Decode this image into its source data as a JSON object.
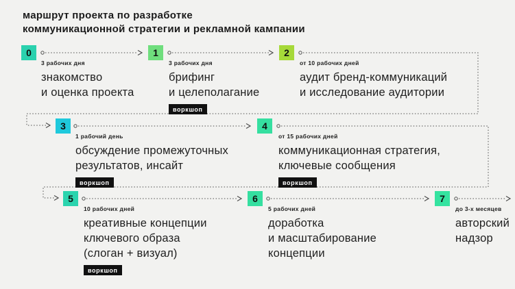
{
  "title": {
    "line1": "маршрут проекта по разработке",
    "line2": "коммуникационной стратегии и рекламной кампании"
  },
  "workshop_label": "воркшоп",
  "colors": {
    "background": "#f2f2f0",
    "text": "#1c1c1c",
    "connector": "#4d4d4d",
    "badge_bg": "#111111",
    "badge_text": "#ffffff",
    "step_colors": [
      "#2bd1ae",
      "#6fde7d",
      "#a6d939",
      "#1fc9dc",
      "#35dfa0",
      "#2bd4ae",
      "#35dfa0",
      "#35e3a0"
    ]
  },
  "steps": [
    {
      "num": "0",
      "color": "#2bd1ae",
      "duration": "3 рабочих дня",
      "lines": [
        "знакомство",
        "и оценка проекта"
      ]
    },
    {
      "num": "1",
      "color": "#6fde7d",
      "duration": "3 рабочих дня",
      "lines": [
        "брифинг",
        "и целеполагание"
      ],
      "badge": "воркшоп"
    },
    {
      "num": "2",
      "color": "#a6d939",
      "duration": "от 10 рабочих дней",
      "lines": [
        "аудит бренд-коммуникаций",
        "и исследование аудитории"
      ]
    },
    {
      "num": "3",
      "color": "#1fc9dc",
      "duration": "1 рабочий день",
      "lines": [
        "обсуждение промежуточных",
        "результатов, инсайт"
      ],
      "badge": "воркшоп"
    },
    {
      "num": "4",
      "color": "#35dfa0",
      "duration": "от 15 рабочих дней",
      "lines": [
        "коммуникационная стратегия,",
        "ключевые сообщения"
      ],
      "badge": "воркшоп"
    },
    {
      "num": "5",
      "color": "#2bd4ae",
      "duration": "10 рабочих дней",
      "lines": [
        "креативные концепции",
        "ключевого образа",
        "(слоган + визуал)"
      ],
      "badge": "воркшоп"
    },
    {
      "num": "6",
      "color": "#35dfa0",
      "duration": "5 рабочих дней",
      "lines": [
        "доработка",
        "и масштабирование",
        "концепции"
      ]
    },
    {
      "num": "7",
      "color": "#35e3a0",
      "duration": "до 3-х месяцев",
      "lines": [
        "авторский",
        "надзор"
      ]
    }
  ]
}
